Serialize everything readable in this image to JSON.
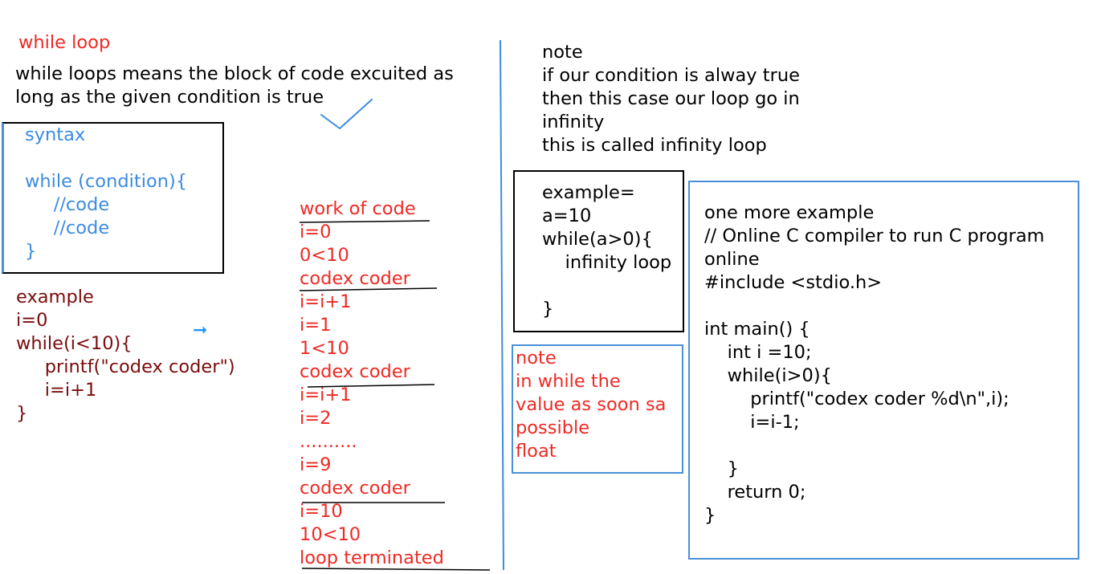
{
  "title": "while loop",
  "definition": [
    "while loops means the block of code excuited as",
    "long as the given condition is true"
  ],
  "syntax": [
    "syntax",
    "",
    "while (condition){",
    "     //code",
    "     //code",
    "}"
  ],
  "example": [
    "example",
    "i=0",
    "while(i<10){",
    "     printf(\"codex coder\")",
    "     i=i+1",
    "}"
  ],
  "work_of_code": [
    "work of code",
    "i=0",
    "0<10",
    "codex coder",
    "i=i+1",
    "i=1",
    "1<10",
    "codex coder",
    "i=i+1",
    "i=2",
    "..........",
    "i=9",
    "codex coder",
    "i=10",
    "10<10",
    "loop terminated"
  ],
  "note_top": [
    "note",
    "if our condition is alway true",
    "then this case our loop go in",
    "infinity",
    "this is called infinity loop"
  ],
  "infinity_example": [
    "example=",
    "a=10",
    "while(a>0){",
    "    infinity loop",
    "",
    "}"
  ],
  "note_red": [
    "note",
    "in while the",
    "value as soon sa",
    "possible",
    "float"
  ],
  "more_example": [
    "one more example",
    "// Online C compiler to run C program",
    "online",
    "#include <stdio.h>",
    "",
    "int main() {",
    "    int i =10;",
    "    while(i>0){",
    "        printf(\"codex coder %d\\n\",i);",
    "        i=i-1;",
    "",
    "    }",
    "    return 0;",
    "}"
  ],
  "colors": {
    "red": "#ee2a24",
    "blue": "#3b8ce0",
    "maroon": "#7a0c0c",
    "box_blue": "#4a90d9"
  }
}
